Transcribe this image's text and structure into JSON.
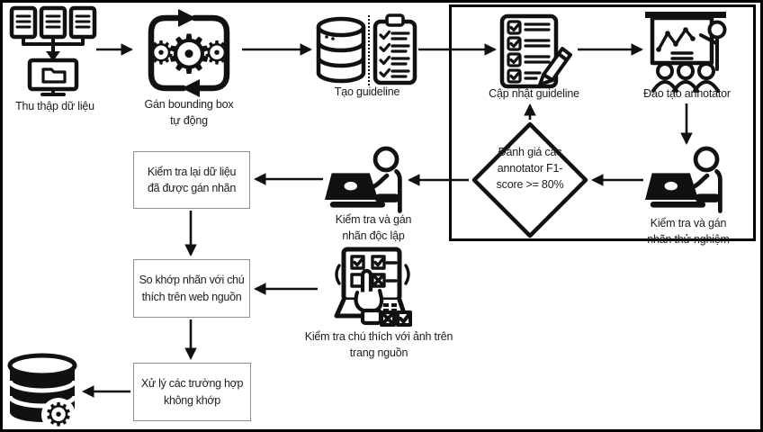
{
  "colors": {
    "ink": "#111111",
    "background": "#ffffff",
    "box_border": "#8f8f8f"
  },
  "diagram": {
    "collect": {
      "label": "Thu thập dữ liệu"
    },
    "auto_bbox": {
      "label": "Gán bounding box\ntự động"
    },
    "create_guideline": {
      "label": "Tạo guideline"
    },
    "update_guideline": {
      "label": "Cập nhật guideline"
    },
    "train_annotator": {
      "label": "Đào tạo annotator"
    },
    "test_labeling": {
      "label": "Kiểm tra và gán\nnhãn thử nghiệm"
    },
    "evaluate": {
      "label": "Đánh giá các\nannotator F1-\nscore >= 80%"
    },
    "independent_labeling": {
      "label": "Kiểm tra và gán\nnhãn độc lập"
    },
    "recheck_data": {
      "label": "Kiểm tra lại dữ liệu\nđã được gán nhãn"
    },
    "match_labels": {
      "label": "So khớp nhãn với chú\nthích trên web nguồn"
    },
    "check_captions": {
      "label": "Kiểm tra chú thích với ảnh trên\ntrang nguồn"
    },
    "handle_mismatch": {
      "label": "Xử lý các trường hợp\nkhông khớp"
    }
  }
}
